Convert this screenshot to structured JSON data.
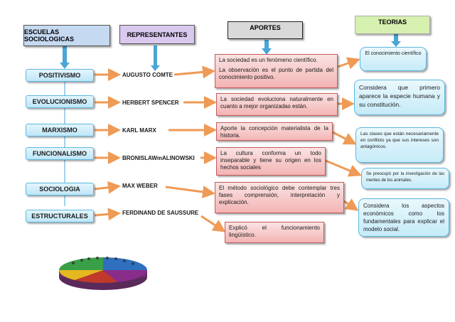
{
  "headers": {
    "escuelas": "ESCUELAS SOCIOLOGICAS",
    "representantes": "REPRESENTANTES",
    "aportes": "APORTES",
    "teorias": "TEORIAS"
  },
  "schools": [
    "POSITIVISMO",
    "EVOLUCIONISMO",
    "MARXISMO",
    "FUNCIONALISMO",
    "SOCIOLOGIA",
    "ESTRUCTURALES"
  ],
  "representatives": [
    "AUGUSTO COMTE",
    "HERBERT SPENCER",
    "KARL MARX",
    "BRONISLAWmALINOWSKI",
    "MAX WEBER",
    "FERDINAND DE SAUSSURE"
  ],
  "aportes": {
    "comte_1": "La sociedad es un fenómeno científico.",
    "comte_2": "La observación es el punto de partida del conocimiento positivo.",
    "spencer": "La sociedad evoluciona naturalmente en cuanto a mejor organizadas están.",
    "marx": "Aporte la concepción materialista de la historia.",
    "malinowski": "La cultura conforma un todo inseparable y tiene su origen en los hechos sociales",
    "weber": "El método sociológico debe contemplar tres fases comprensión, interpretación y explicación.",
    "saussure": "Explicó el funcionamiento lingüístico."
  },
  "teorias": {
    "t1": "El conocimiento científico",
    "t2": "Considera que primero aparece la especie humana y su constitución.",
    "t3": "Las clases que están necesariamente en conflicto ya que sus intereses son antagónicos.",
    "t4": "Se preocupó por la investigación de las mentes de los animales.",
    "t5": "Considera los aspectos económicos como los fundamentales para explicar el modelo social."
  },
  "colors": {
    "arrow": "#ef9a55",
    "blue_arrow": "#4aa6d6",
    "header_blue": "#c5d9f1",
    "header_purple": "#d9c9ef",
    "header_gray": "#d9d9d9",
    "header_green": "#d6f0b0"
  }
}
